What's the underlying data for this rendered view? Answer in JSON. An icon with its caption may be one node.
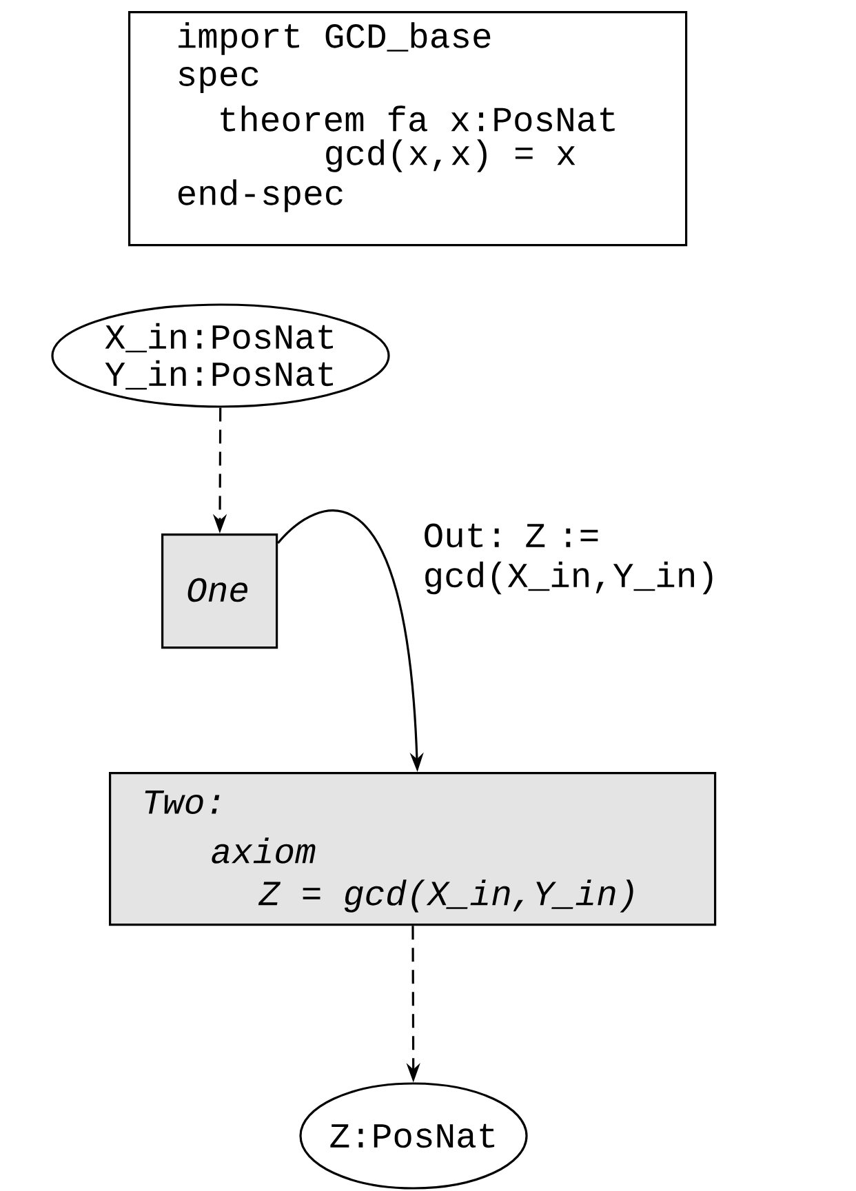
{
  "diagram": {
    "nodes": [
      {
        "text": [
          "import GCD_base",
          "spec",
          "theorem fa x:PosNat",
          "gcd(x,x) = x",
          "end-spec"
        ]
      },
      {
        "text": [
          "X_in:PosNat",
          "Y_in:PosNat"
        ]
      },
      {
        "text": [
          "One"
        ]
      },
      {
        "text": [
          "Two:",
          "axiom",
          "Z = gcd(X_in,Y_in)"
        ]
      },
      {
        "text": [
          "Z:PosNat"
        ]
      }
    ],
    "edges": [
      {
        "from": 1,
        "to": 2,
        "arrow": "to",
        "style": "dashed"
      },
      {
        "from": 2,
        "to": 3,
        "arrow": "to",
        "label": "Out: Z := gcd(X_in,Y_in)"
      },
      {
        "from": 3,
        "to": 4,
        "arrow": "to",
        "style": "dashed"
      }
    ]
  }
}
